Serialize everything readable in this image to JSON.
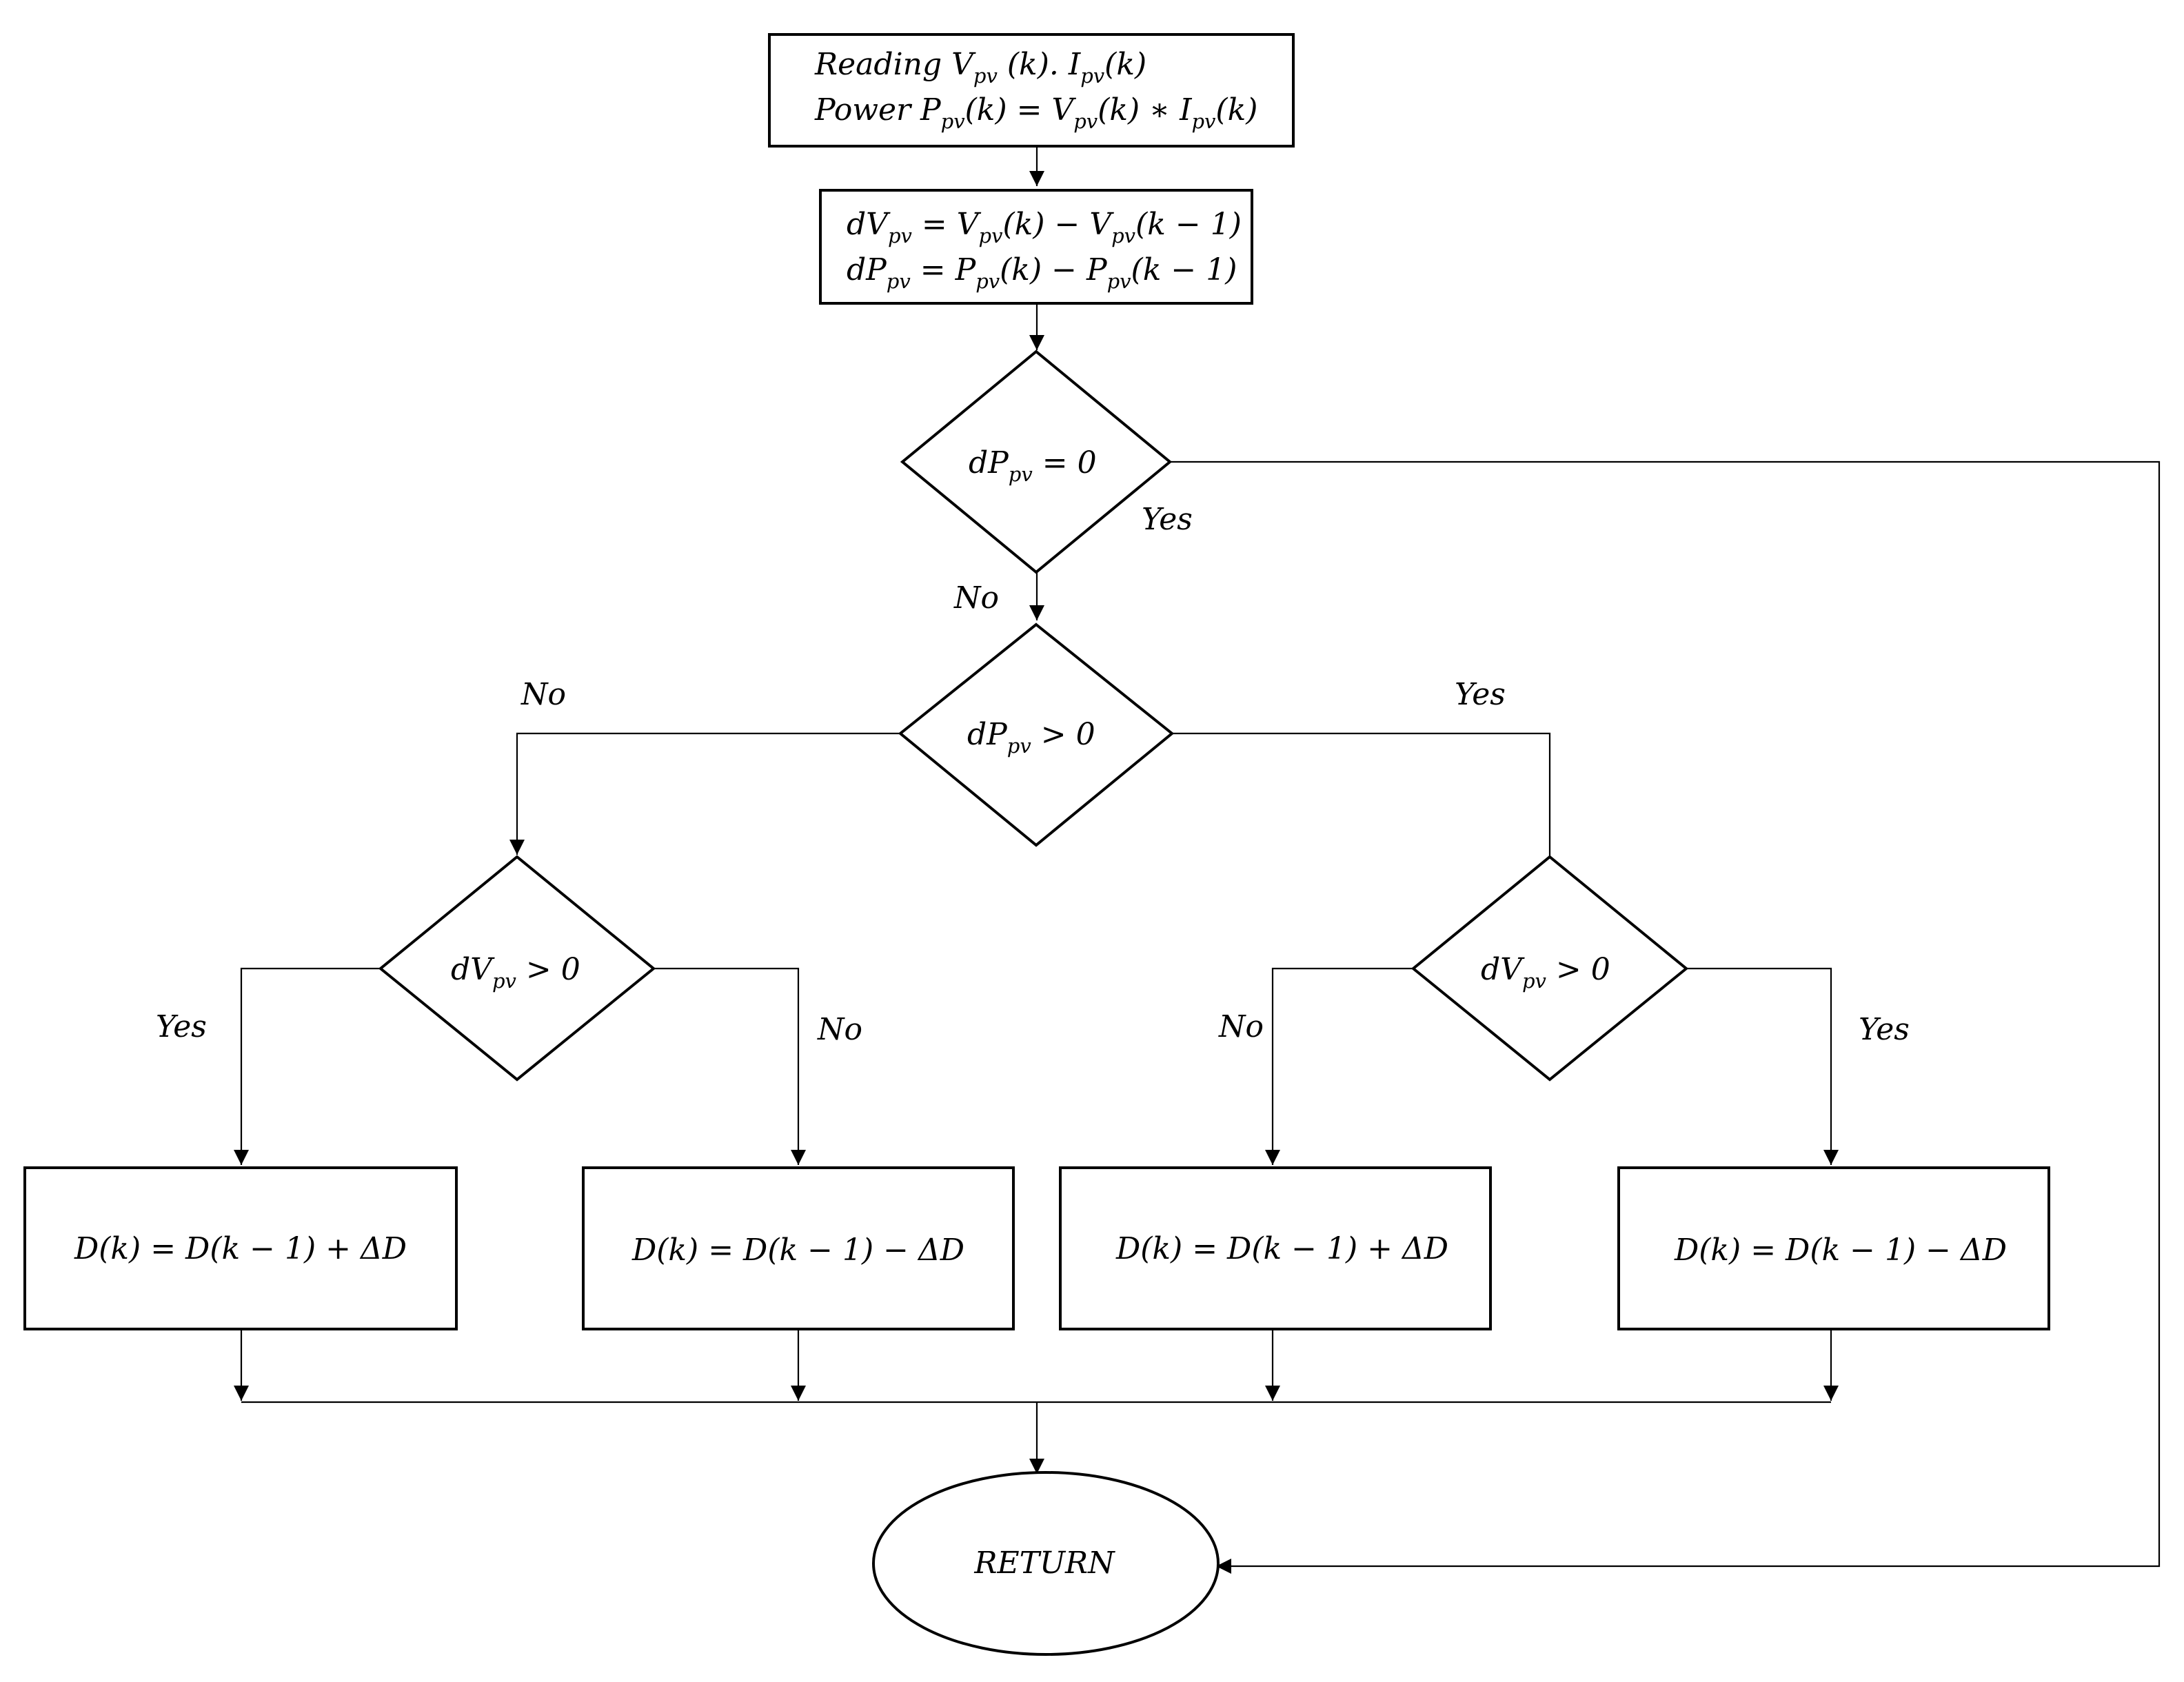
{
  "nodes": {
    "read_power": {
      "line1": [
        {
          "t": "Reading "
        },
        {
          "t": "V"
        },
        {
          "s": "pv"
        },
        {
          "t": " (k). "
        },
        {
          "t": "I"
        },
        {
          "s": "pv"
        },
        {
          "t": "(k)"
        }
      ],
      "line2": [
        {
          "t": "Power "
        },
        {
          "t": "P"
        },
        {
          "s": "pv"
        },
        {
          "t": "(k) = "
        },
        {
          "t": "V"
        },
        {
          "s": "pv"
        },
        {
          "t": "(k) ∗ "
        },
        {
          "t": "I"
        },
        {
          "s": "pv"
        },
        {
          "t": "(k)"
        }
      ]
    },
    "differences": {
      "line1": [
        {
          "t": "dV"
        },
        {
          "s": "pv"
        },
        {
          "t": " = "
        },
        {
          "t": "V"
        },
        {
          "s": "pv"
        },
        {
          "t": "(k)  − "
        },
        {
          "t": "V"
        },
        {
          "s": "pv"
        },
        {
          "t": "(k − 1)"
        }
      ],
      "line2": [
        {
          "t": "dP"
        },
        {
          "s": "pv"
        },
        {
          "t": " = "
        },
        {
          "t": "P"
        },
        {
          "s": "pv"
        },
        {
          "t": "(k)  − "
        },
        {
          "t": "P"
        },
        {
          "s": "pv"
        },
        {
          "t": "(k − 1)"
        }
      ]
    },
    "cond_dp_zero": [
      {
        "t": "dP"
      },
      {
        "s": "pv"
      },
      {
        "t": " = 0"
      }
    ],
    "cond_dp_pos": [
      {
        "t": "dP"
      },
      {
        "s": "pv"
      },
      {
        "t": "  >  0"
      }
    ],
    "cond_dv_pos_left": [
      {
        "t": "dV"
      },
      {
        "s": "pv"
      },
      {
        "t": "  >  0"
      }
    ],
    "cond_dv_pos_right": [
      {
        "t": "dV"
      },
      {
        "s": "pv"
      },
      {
        "t": "  >  0"
      }
    ],
    "action_1": "D(k) = D(k − 1) + ΔD",
    "action_2": "D(k) = D(k − 1) − ΔD",
    "action_3": "D(k) = D(k − 1) + ΔD",
    "action_4": "D(k) = D(k − 1) − ΔD",
    "return": "RETURN"
  },
  "edge_labels": {
    "dp_zero_yes": "Yes",
    "dp_zero_no": "No",
    "dp_pos_no": "No",
    "dp_pos_yes": "Yes",
    "left_yes": "Yes",
    "left_no": "No",
    "right_no": "No",
    "right_yes": "Yes"
  },
  "colors": {
    "stroke": "#000000",
    "background": "#ffffff"
  }
}
